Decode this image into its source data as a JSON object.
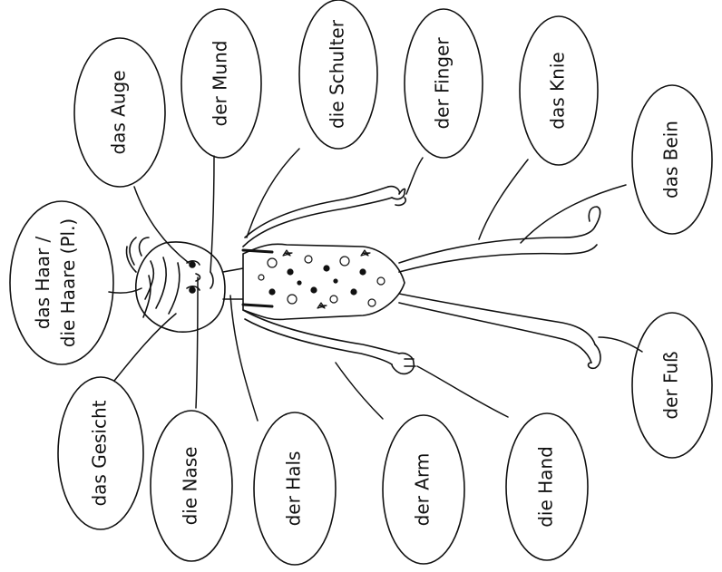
{
  "labels": {
    "haar_line1": "das Haar /",
    "haar_line2": "die Haare (Pl.)",
    "auge": "das Auge",
    "mund": "der Mund",
    "schulter": "die Schulter",
    "finger": "der Finger",
    "knie": "das Knie",
    "bein": "das Bein",
    "fuss": "der Fuß",
    "hand": "die Hand",
    "arm": "der Arm",
    "hals": "der Hals",
    "nase": "die Nase",
    "gesicht": "das Gesicht"
  },
  "colors": {
    "ink": "#111111",
    "background": "#ffffff"
  }
}
